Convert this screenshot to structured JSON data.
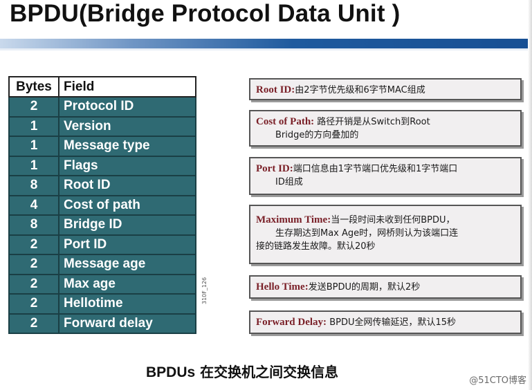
{
  "title": "BPDU(Bridge Protocol Data Unit )",
  "table": {
    "headers": [
      "Bytes",
      "Field"
    ],
    "rows": [
      [
        "2",
        "Protocol ID"
      ],
      [
        "1",
        "Version"
      ],
      [
        "1",
        "Message type"
      ],
      [
        "1",
        "Flags"
      ],
      [
        "8",
        "Root ID"
      ],
      [
        "4",
        "Cost of path"
      ],
      [
        "8",
        "Bridge ID"
      ],
      [
        "2",
        "Port ID"
      ],
      [
        "2",
        "Message age"
      ],
      [
        "2",
        "Max age"
      ],
      [
        "2",
        "Hellotime"
      ],
      [
        "2",
        "Forward delay"
      ]
    ]
  },
  "stamp": "310F_126",
  "notes": [
    {
      "key": "Root ID:",
      "lines": [
        "由2字节优先级和6字节MAC组成"
      ]
    },
    {
      "key": "Cost of Path:",
      "lines": [
        " 路径开销是从Switch到Root",
        "Bridge的方向叠加的"
      ]
    },
    {
      "key": "Port ID:",
      "lines": [
        "端口信息由1字节端口优先级和1字节端口",
        "ID组成"
      ]
    },
    {
      "key": "Maximum Time:",
      "lines": [
        "当一段时间未收到任何BPDU，",
        "生存期达到Max Age时，网桥则认为该端口连",
        "接的链路发生故障。默认20秒"
      ]
    },
    {
      "key": "Hello Time:",
      "lines": [
        "发送BPDU的周期，默认2秒"
      ]
    },
    {
      "key": "Forward Delay:",
      "lines": [
        " BPDU全网传输延迟，默认15秒"
      ]
    }
  ],
  "footer": {
    "prefix": "BPDUs",
    "text": " 在交换机之间交换信息"
  },
  "watermark": "@51CTO博客"
}
